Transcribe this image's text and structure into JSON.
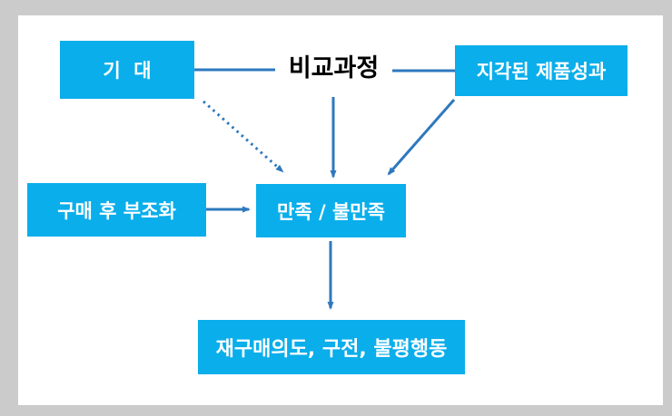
{
  "diagram": {
    "nodes": {
      "expectation": {
        "label": "기  대"
      },
      "comparison": {
        "label": "비교과정"
      },
      "perceived_performance": {
        "label": "지각된 제품성과"
      },
      "post_purchase_dissonance": {
        "label": "구매 후 부조화"
      },
      "satisfaction": {
        "label": "만족 / 불만족"
      },
      "outcomes": {
        "label": "재구매의도, 구전, 불평행동"
      }
    },
    "colors": {
      "box_fill": "#0aaeeb",
      "box_text": "#ffffff",
      "connector": "#2e78be",
      "label_text": "#000000",
      "page_bg": "#ffffff",
      "frame": "#cbcbcb"
    }
  }
}
